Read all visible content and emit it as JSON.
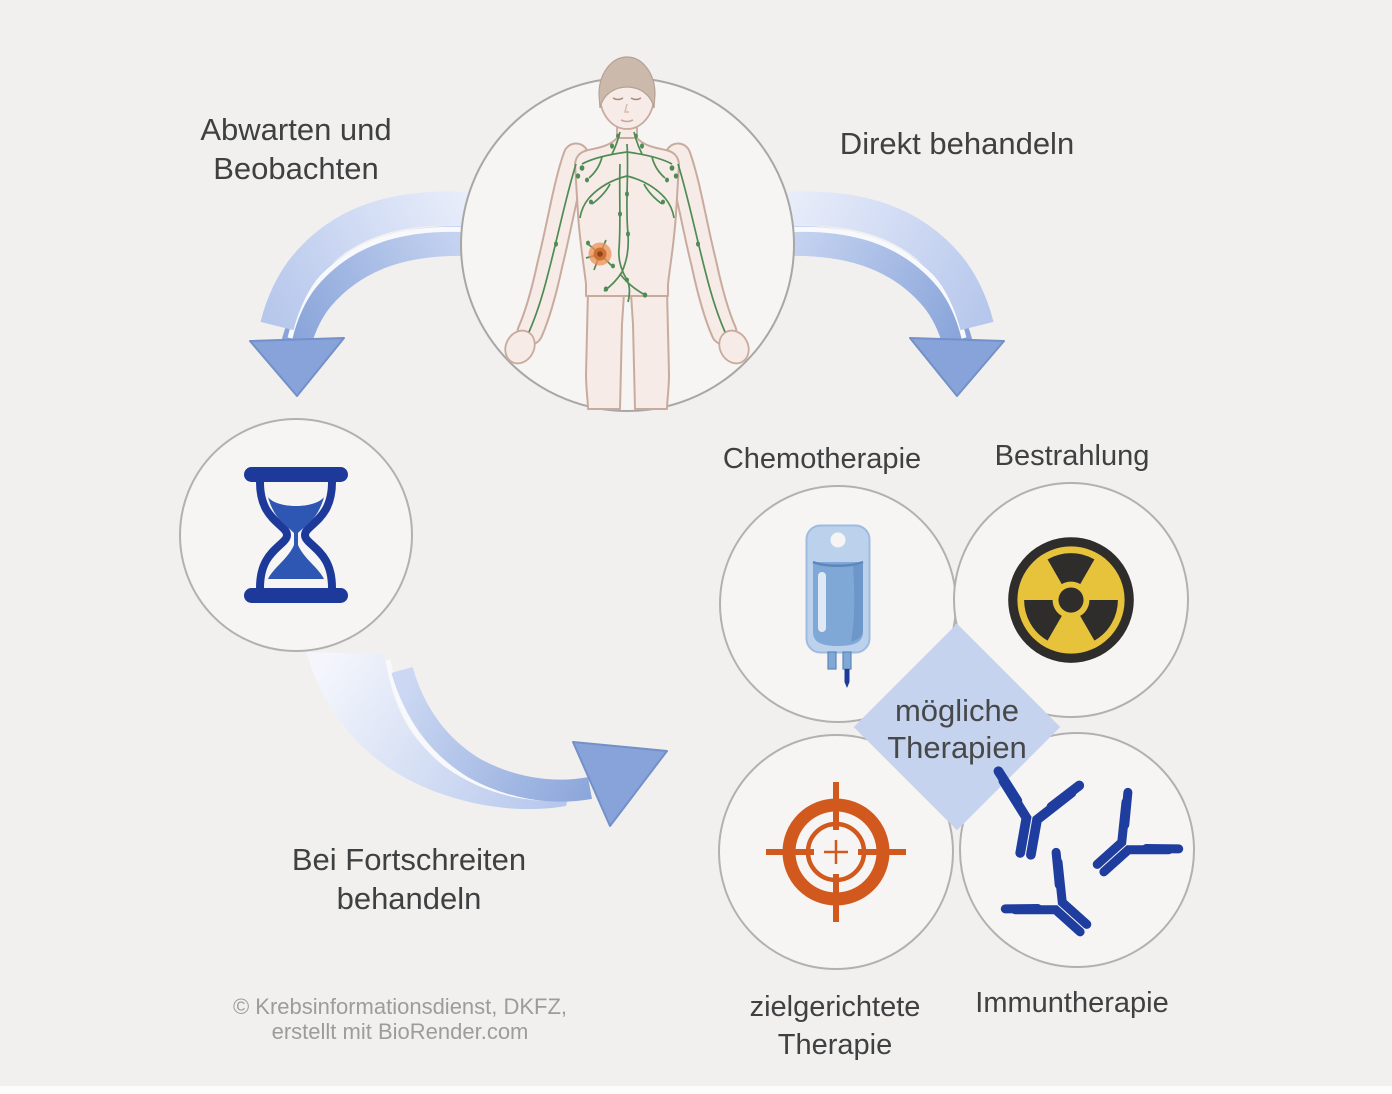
{
  "colors": {
    "background": "#f1f0ee",
    "circle_fill": "#f6f5f3",
    "circle_border": "#b3b1af",
    "text_dark": "#3f4041",
    "text_muted": "#9c9c9b",
    "arrow_light": "#eef2fb",
    "arrow_dark": "#87a3d9",
    "diamond_fill": "#c5d3ee",
    "hourglass_navy": "#1d3a9b",
    "hourglass_sand": "#2e57b4",
    "iv_bag_light": "#bcd2ec",
    "iv_liquid": "#7fa8d7",
    "radiation_yellow": "#e7c33c",
    "radiation_dark": "#2e2d2b",
    "target_orange": "#d2591e",
    "antibody_navy": "#1e3d9e",
    "lymph_green": "#4f8b54",
    "tumor_orange": "#d06f2f",
    "skin": "#f6ebe6",
    "skin_outline": "#c9ab9e",
    "hair": "#cbb9ac"
  },
  "branches": {
    "watch_line1": "Abwarten und",
    "watch_line2": "Beobachten",
    "direct_label": "Direkt behandeln",
    "progress_line1": "Bei Fortschreiten",
    "progress_line2": "behandeln"
  },
  "center_node": {
    "icon": "lymphatic-body-figure"
  },
  "wait_node": {
    "icon": "hourglass-icon"
  },
  "diamond": {
    "line1": "mögliche",
    "line2": "Therapien"
  },
  "therapies": [
    {
      "label": "Chemotherapie",
      "icon": "iv-bag-icon"
    },
    {
      "label": "Bestrahlung",
      "icon": "radiation-icon"
    },
    {
      "line1": "zielgerichtete",
      "line2": "Therapie",
      "icon": "target-icon"
    },
    {
      "label": "Immuntherapie",
      "icon": "antibody-icon"
    }
  ],
  "footer_line1": "© Krebsinformationsdienst, DKFZ,",
  "footer_line2": "erstellt mit BioRender.com"
}
